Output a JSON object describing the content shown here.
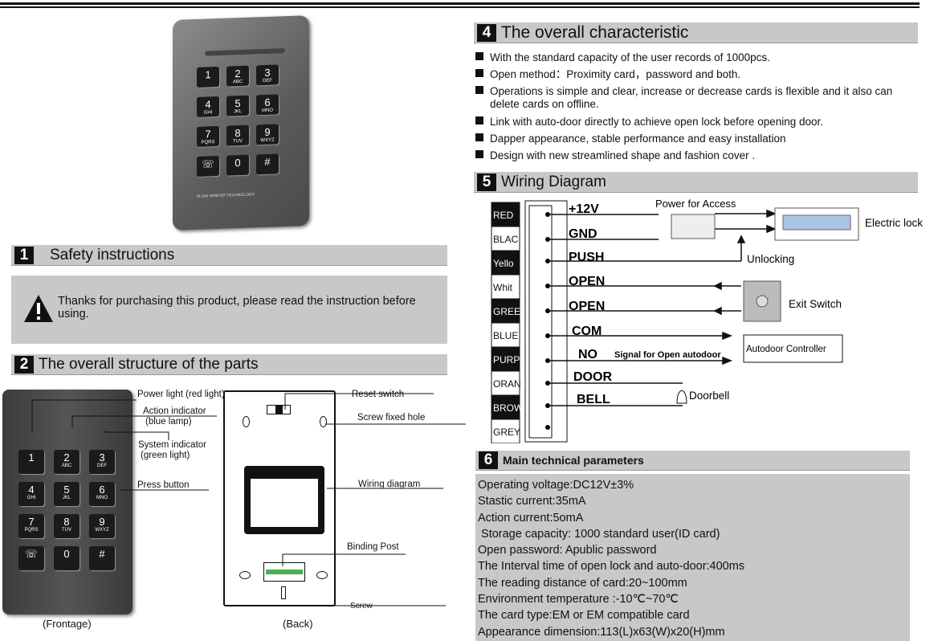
{
  "sections": {
    "s1": {
      "num": "1",
      "title": "Safety instructions"
    },
    "s2": {
      "num": "2",
      "title": "The overall structure of the parts"
    },
    "s4": {
      "num": "4",
      "title": "The overall characteristic"
    },
    "s5": {
      "num": "5",
      "title": "Wiring Diagram"
    },
    "s6": {
      "num": "6",
      "title": "Main technical parameters"
    }
  },
  "safety": {
    "text": "Thanks for purchasing this product, please read the instruction before using.",
    "icon": "warning-icon"
  },
  "keypad": {
    "keys": [
      {
        "main": "1",
        "sub": ""
      },
      {
        "main": "2",
        "sub": "ABC"
      },
      {
        "main": "3",
        "sub": "DEF"
      },
      {
        "main": "4",
        "sub": "GHI"
      },
      {
        "main": "5",
        "sub": "JKL"
      },
      {
        "main": "6",
        "sub": "MNO"
      },
      {
        "main": "7",
        "sub": "PQRS"
      },
      {
        "main": "8",
        "sub": "TUV"
      },
      {
        "main": "9",
        "sub": "WXYZ"
      },
      {
        "main": "☏",
        "sub": ""
      },
      {
        "main": "0",
        "sub": ""
      },
      {
        "main": "#",
        "sub": ""
      }
    ],
    "brand": "M-206 WINFOR TECHNOLOGY"
  },
  "structure": {
    "front_labels": [
      "Power light (red light)",
      "Action indicator",
      "(blue lamp)",
      "System indicator",
      "(green light)",
      "Press  button"
    ],
    "back_labels": [
      "Reset switch",
      "Screw fixed hole",
      "Wiring diagram",
      "Binding Post",
      "Screw"
    ],
    "front_caption": "(Frontage)",
    "back_caption": "(Back)"
  },
  "characteristics": [
    "With the standard capacity of the user records of  1000pcs.",
    "Open method：Proximity card，password and both.",
    "Operations is simple and clear, increase or decrease cards is flexible and it also can delete cards on offline.",
    "Link with auto-door directly to achieve open lock before opening door.",
    "Dapper appearance, stable performance and easy installation",
    "Design with new streamlined shape  and fashion cover ."
  ],
  "wiring": {
    "wires": [
      {
        "color": "RED",
        "signal": "+12V",
        "dark": true
      },
      {
        "color": "BLAC",
        "signal": "GND",
        "dark": false
      },
      {
        "color": "Yello",
        "signal": "PUSH",
        "dark": true
      },
      {
        "color": "Whit",
        "signal": "OPEN",
        "dark": false
      },
      {
        "color": "GREE",
        "signal": "OPEN",
        "dark": true
      },
      {
        "color": "BLUE",
        "signal": "COM",
        "dark": false
      },
      {
        "color": "PURP",
        "signal": "NO",
        "dark": true
      },
      {
        "color": "ORAN",
        "signal": "DOOR",
        "dark": false
      },
      {
        "color": "BROW",
        "signal": "BELL",
        "dark": true
      },
      {
        "color": "GREY",
        "signal": "",
        "dark": false
      }
    ],
    "power_label": "Power for Access",
    "lock_label": "Electric lock",
    "unlocking_label": "Unlocking",
    "exit_label": "Exit Switch",
    "autodoor_label": "Autodoor Controller",
    "signal_label": "Signal for Open  autodoor",
    "doorbell_label": "Doorbell"
  },
  "parameters": [
    "Operating voltage:DC12V±3%",
    "Stastic  current:35mA",
    "Action current:5omA",
    " Storage capacity: 1000 standard user(ID card)",
    "Open password: Apublic password",
    "The Interval time of open lock and auto-door:400ms",
    "The reading distance of card:20~100mm",
    "Environment temperature :-10℃~70℃",
    "The card type:EM or EM compatible card",
    "Appearance dimension:113(L)x63(W)x20(H)mm"
  ]
}
